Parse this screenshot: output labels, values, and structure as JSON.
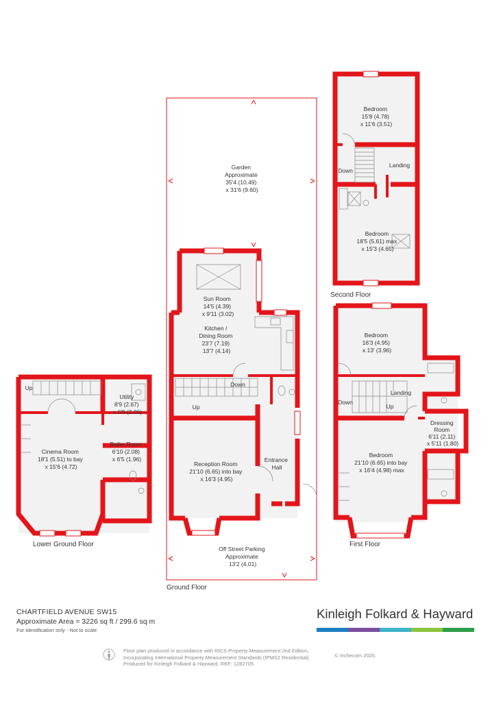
{
  "floors": {
    "lower_ground": "Lower Ground Floor",
    "ground": "Ground Floor",
    "first": "First Floor",
    "second": "Second Floor"
  },
  "rooms": {
    "bedroom_top": [
      "Bedroom",
      "15'8 (4.78)",
      "x 11'6 (3.51)"
    ],
    "landing_second": [
      "Landing"
    ],
    "down_second": [
      "Down"
    ],
    "bedroom_second": [
      "Bedroom",
      "18'5 (5.61) max",
      "x 15'3 (4.65)"
    ],
    "garden": [
      "Garden",
      "Approximate",
      "35'4 (10.49)",
      "x 31'6 (9.60)"
    ],
    "sun_room": [
      "Sun Room",
      "14'5 (4.39)",
      "x 9'11 (3.02)"
    ],
    "kitchen": [
      "Kitchen /",
      "Dining Room",
      "23'7 (7.19)",
      "13'7 (4.14)"
    ],
    "down_ground": [
      "Down"
    ],
    "up_ground": [
      "Up"
    ],
    "reception": [
      "Reception Room",
      "21'10 (6.65) into bay",
      "x 16'3 (4.95)"
    ],
    "entrance": [
      "Entrance",
      "Hall"
    ],
    "parking": [
      "Off Street Parking",
      "Approximate",
      "13'2 (4.01)"
    ],
    "up_lower": [
      "Up"
    ],
    "utility": [
      "Utility",
      "8'9 (2.67)",
      "x 6'9 (2.06)"
    ],
    "boiler": [
      "Boiler Room",
      "6'10 (2.08)",
      "x 6'5 (1.96)"
    ],
    "cinema": [
      "Cinema Room",
      "18'1 (5.51) to bay",
      "x 15'6 (4.72)"
    ],
    "bedroom_first_top": [
      "Bedroom",
      "16'3 (4.95)",
      "x 13' (3.96)"
    ],
    "landing_first": [
      "Landing"
    ],
    "down_first": [
      "Down"
    ],
    "up_first": [
      "Up"
    ],
    "dressing": [
      "Dressing",
      "Room",
      "6'11 (2.11)",
      "x 5'11 (1.80)"
    ],
    "bedroom_first": [
      "Bedroom",
      "21'10 (6.65) into bay",
      "x 16'4 (4.98) max"
    ]
  },
  "footer": {
    "address": "CHARTFIELD AVENUE SW15",
    "area": "Approximate Area = 3226 sq ft / 299.6 sq m",
    "identification": "For identification only - Not to scale",
    "brand": "Kinleigh Folkard & Hayward",
    "brand_colors": [
      "#1e7fc1",
      "#7a4f9e",
      "#3fb4c8",
      "#8cc540",
      "#2e9e4a"
    ],
    "note_lines": [
      "Floor plan produced in accordance with RICS Property Measurement 2nd Edition,",
      "Incorporating International Property Measurement Standards (IPMS2 Residential).",
      "Produced for Kinleigh Folkard & Hayward.   REF: 1282705"
    ],
    "copyright": "© n!checom 2025."
  },
  "colors": {
    "wall": "#e3151a",
    "floor": "#f2f2f2",
    "ink": "#333333"
  }
}
